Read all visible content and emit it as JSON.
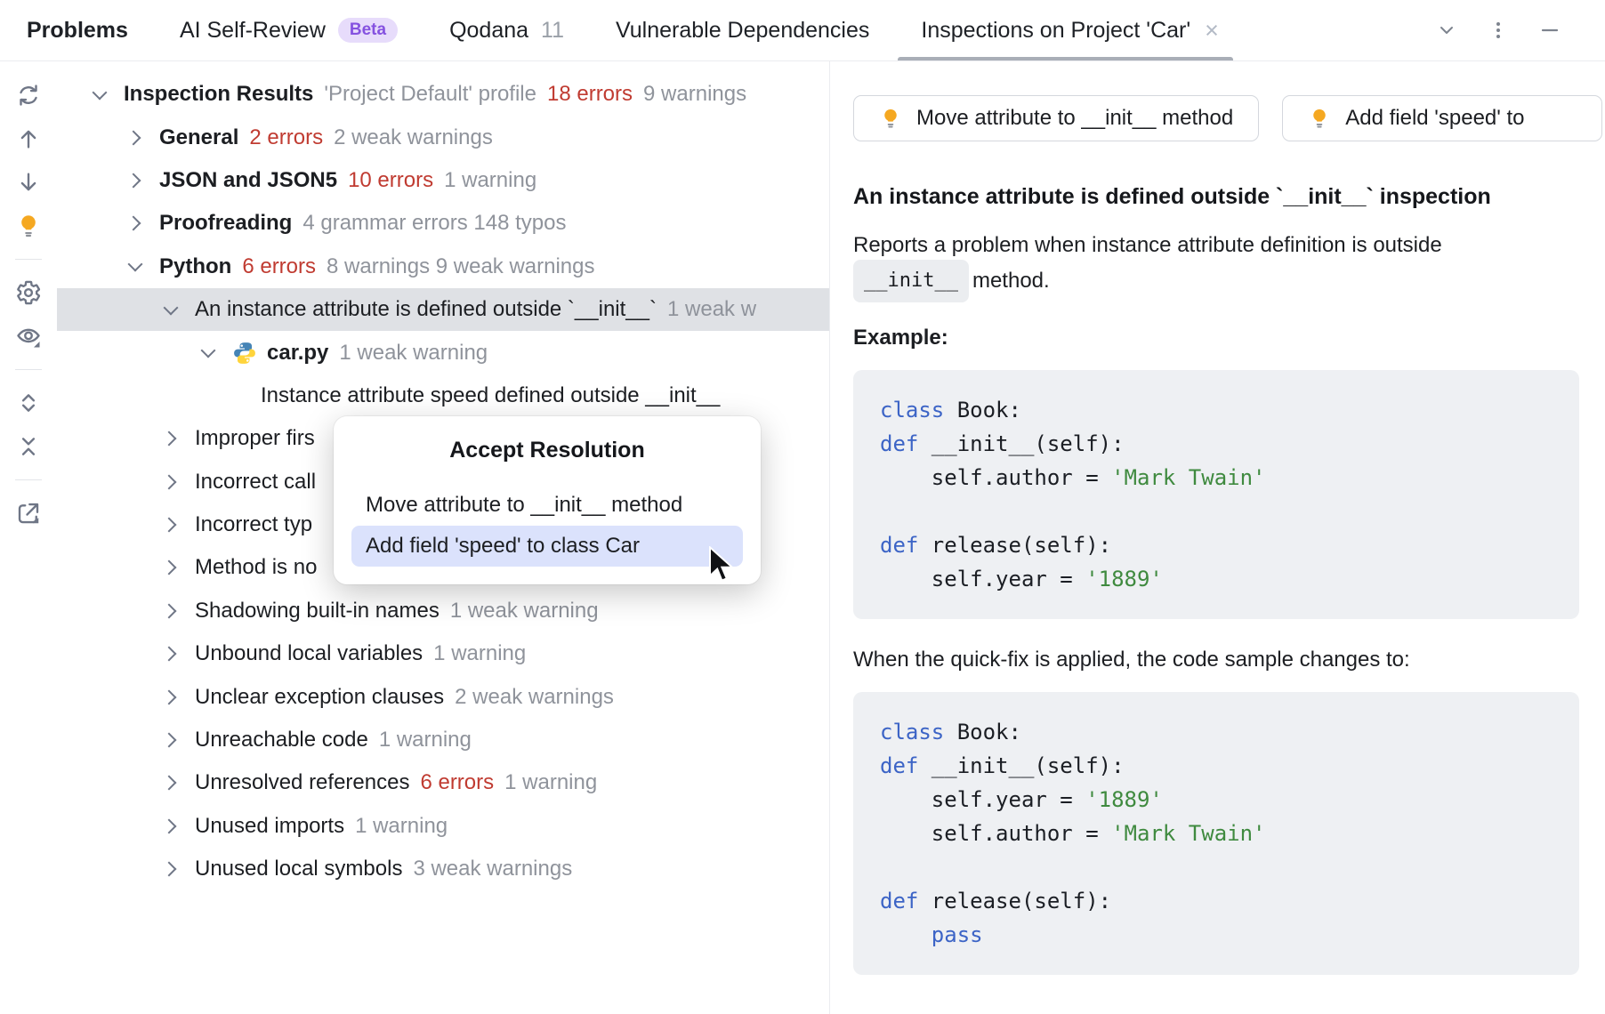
{
  "tab_bar": {
    "tabs": [
      {
        "label": "Problems",
        "style": "bold"
      },
      {
        "label": "AI Self-Review",
        "badge": "Beta"
      },
      {
        "label": "Qodana",
        "count": "11"
      },
      {
        "label": "Vulnerable Dependencies"
      },
      {
        "label": "Inspections on Project 'Car'",
        "active": true,
        "closable": true
      }
    ],
    "close_glyph": "×",
    "controls": [
      "chevron-down-icon",
      "kebab-menu-icon",
      "minimize-icon"
    ]
  },
  "side_toolbar": {
    "icons": [
      {
        "name": "refresh-icon"
      },
      {
        "name": "arrow-up-icon"
      },
      {
        "name": "arrow-down-icon"
      },
      {
        "name": "quick-fix-lightbulb-icon"
      },
      {
        "name": "divider"
      },
      {
        "name": "settings-gear-icon"
      },
      {
        "name": "view-options-eye-icon"
      },
      {
        "name": "divider"
      },
      {
        "name": "expand-all-icon"
      },
      {
        "name": "collapse-all-icon"
      },
      {
        "name": "divider"
      },
      {
        "name": "open-in-new-window-icon"
      }
    ]
  },
  "tree": {
    "rows": [
      {
        "indent": 0,
        "chevron": "down",
        "label": "Inspection Results",
        "bold": true,
        "meta": [
          {
            "text": "'Project Default' profile",
            "color": "muted"
          },
          {
            "text": "18 errors",
            "color": "error"
          },
          {
            "text": "9 warnings",
            "color": "muted"
          }
        ]
      },
      {
        "indent": 1,
        "chevron": "right",
        "label": "General",
        "bold": true,
        "meta": [
          {
            "text": "2 errors",
            "color": "error"
          },
          {
            "text": "2 weak warnings",
            "color": "muted"
          }
        ]
      },
      {
        "indent": 1,
        "chevron": "right",
        "label": "JSON and JSON5",
        "bold": true,
        "meta": [
          {
            "text": "10 errors",
            "color": "error"
          },
          {
            "text": "1 warning",
            "color": "muted"
          }
        ]
      },
      {
        "indent": 1,
        "chevron": "right",
        "label": "Proofreading",
        "bold": true,
        "meta": [
          {
            "text": "4 grammar errors 148 typos",
            "color": "muted"
          }
        ]
      },
      {
        "indent": 1,
        "chevron": "down",
        "label": "Python",
        "bold": true,
        "meta": [
          {
            "text": "6 errors",
            "color": "error"
          },
          {
            "text": "8 warnings 9 weak warnings",
            "color": "muted"
          }
        ]
      },
      {
        "indent": 2,
        "chevron": "down",
        "selected": true,
        "label": "An instance attribute is defined outside `__init__`",
        "meta": [
          {
            "text": "1 weak w",
            "color": "muted"
          }
        ]
      },
      {
        "indent": 3,
        "chevron": "down",
        "icon": "python-icon",
        "label": "car.py",
        "bold": true,
        "meta": [
          {
            "text": "1 weak warning",
            "color": "muted"
          }
        ]
      },
      {
        "indent": 4,
        "label": "Instance attribute speed defined outside __init__"
      },
      {
        "indent": 2,
        "chevron": "right",
        "label": "Improper firs"
      },
      {
        "indent": 2,
        "chevron": "right",
        "label": "Incorrect call"
      },
      {
        "indent": 2,
        "chevron": "right",
        "label": "Incorrect typ"
      },
      {
        "indent": 2,
        "chevron": "right",
        "label": "Method is no"
      },
      {
        "indent": 2,
        "chevron": "right",
        "label": "Shadowing built-in names",
        "meta": [
          {
            "text": "1 weak warning",
            "color": "muted"
          }
        ]
      },
      {
        "indent": 2,
        "chevron": "right",
        "label": "Unbound local variables",
        "meta": [
          {
            "text": "1 warning",
            "color": "muted"
          }
        ]
      },
      {
        "indent": 2,
        "chevron": "right",
        "label": "Unclear exception clauses",
        "meta": [
          {
            "text": "2 weak warnings",
            "color": "muted"
          }
        ]
      },
      {
        "indent": 2,
        "chevron": "right",
        "label": "Unreachable code",
        "meta": [
          {
            "text": "1 warning",
            "color": "muted"
          }
        ]
      },
      {
        "indent": 2,
        "chevron": "right",
        "label": "Unresolved references",
        "meta": [
          {
            "text": "6 errors",
            "color": "error"
          },
          {
            "text": "1 warning",
            "color": "muted"
          }
        ]
      },
      {
        "indent": 2,
        "chevron": "right",
        "label": "Unused imports",
        "meta": [
          {
            "text": "1 warning",
            "color": "muted"
          }
        ]
      },
      {
        "indent": 2,
        "chevron": "right",
        "label": "Unused local symbols",
        "meta": [
          {
            "text": "3 weak warnings",
            "color": "muted"
          }
        ]
      }
    ]
  },
  "popup": {
    "title": "Accept Resolution",
    "items": [
      {
        "label": "Move attribute to __init__ method"
      },
      {
        "label": "Add field 'speed' to class Car",
        "highlighted": true
      }
    ]
  },
  "details": {
    "quick_fix_buttons": [
      {
        "label": "Move attribute to __init__ method"
      },
      {
        "label": "Add field 'speed' to",
        "clipped": true
      }
    ],
    "heading": "An instance attribute is defined outside `__init__` inspection",
    "description_line1": "Reports a problem when instance attribute definition is outside",
    "description_code_chip": "__init__",
    "description_line2_suffix": "method.",
    "example_label": "Example:",
    "transition_text": "When the quick-fix is applied, the code sample changes to:",
    "code_before": {
      "lines": [
        [
          {
            "t": "kw",
            "s": "class"
          },
          {
            "t": "p",
            "s": " Book:"
          }
        ],
        [
          {
            "t": "kw",
            "s": "def"
          },
          {
            "t": "p",
            "s": " __init__(self):"
          }
        ],
        [
          {
            "t": "p",
            "s": "    self.author = "
          },
          {
            "t": "str",
            "s": "'Mark Twain'"
          }
        ],
        [],
        [
          {
            "t": "kw",
            "s": "def"
          },
          {
            "t": "p",
            "s": " release(self):"
          }
        ],
        [
          {
            "t": "p",
            "s": "    self.year = "
          },
          {
            "t": "str",
            "s": "'1889'"
          }
        ]
      ]
    },
    "code_after": {
      "lines": [
        [
          {
            "t": "kw",
            "s": "class"
          },
          {
            "t": "p",
            "s": " Book:"
          }
        ],
        [
          {
            "t": "kw",
            "s": "def"
          },
          {
            "t": "p",
            "s": " __init__(self):"
          }
        ],
        [
          {
            "t": "p",
            "s": "    self.year = "
          },
          {
            "t": "str",
            "s": "'1889'"
          }
        ],
        [
          {
            "t": "p",
            "s": "    self.author = "
          },
          {
            "t": "str",
            "s": "'Mark Twain'"
          }
        ],
        [],
        [
          {
            "t": "kw",
            "s": "def"
          },
          {
            "t": "p",
            "s": " release(self):"
          }
        ],
        [
          {
            "t": "p",
            "s": "    "
          },
          {
            "t": "kw",
            "s": "pass"
          }
        ]
      ]
    }
  },
  "colors": {
    "error_red": "#c03b31",
    "muted_gray": "#8f939b",
    "selection_bg": "#dfe1e5",
    "popup_highlight": "#dbe2fc",
    "keyword_blue": "#3c64c6",
    "string_green": "#3f8a3f",
    "lightbulb_yellow": "#f5a821",
    "beta_badge_bg": "#e7dcfb",
    "beta_badge_text": "#8552e0",
    "active_tab_underline": "#a9aeb7"
  }
}
